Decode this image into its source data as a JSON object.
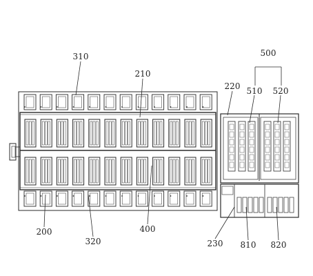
{
  "figure": {
    "labels": {
      "l310": "310",
      "l210": "210",
      "l220": "220",
      "l500": "500",
      "l510": "510",
      "l520": "520",
      "l200": "200",
      "l320": "320",
      "l400": "400",
      "l230": "230",
      "l810": "810",
      "l820": "820"
    },
    "colors": {
      "line": "#2a2a2a",
      "paper": "#ffffff"
    }
  }
}
